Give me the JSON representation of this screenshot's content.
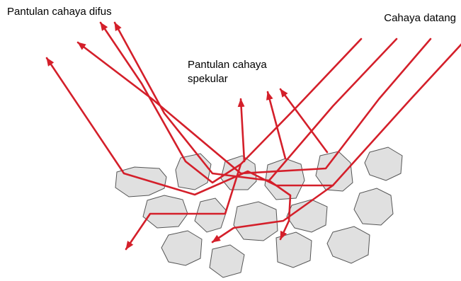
{
  "labels": {
    "diffuse": "Pantulan cahaya difus",
    "specular_line1": "Pantulan cahaya",
    "specular_line2": "spekular",
    "incident": "Cahaya datang"
  },
  "colors": {
    "ray": "#d41f2a",
    "stone_fill": "#e0e0e0",
    "stone_stroke": "#555555",
    "text": "#000000"
  }
}
